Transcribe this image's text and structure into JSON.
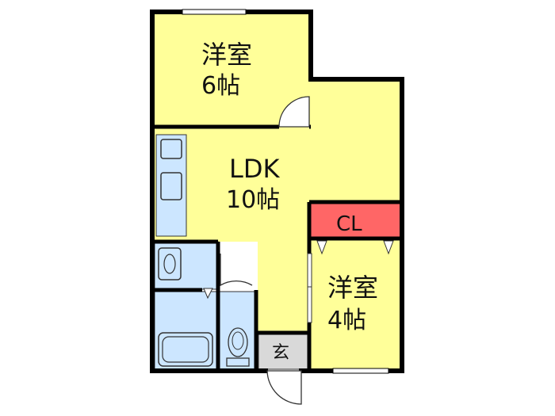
{
  "rooms": {
    "western_room_1": {
      "name": "洋室",
      "size": "6帖"
    },
    "ldk": {
      "name": "LDK",
      "size": "10帖"
    },
    "closet": {
      "name": "CL"
    },
    "western_room_2": {
      "name": "洋室",
      "size": "4帖"
    },
    "entrance": {
      "name": "玄"
    }
  },
  "colors": {
    "room_fill": "#ffff99",
    "wet_area_fill": "#cce6ff",
    "closet_fill": "#ff6666",
    "entrance_fill": "#d9d9d9",
    "wall": "#000000"
  }
}
